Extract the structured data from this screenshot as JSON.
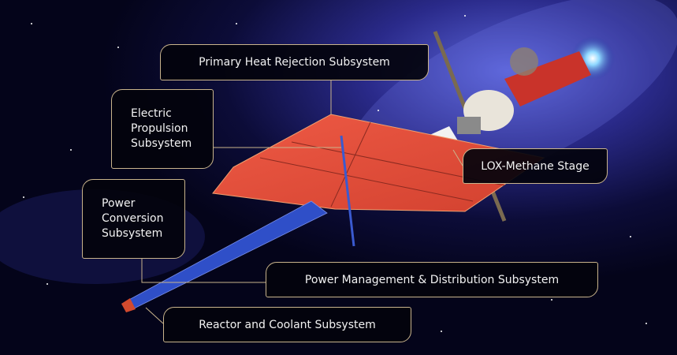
{
  "labels": {
    "primary_heat": "Primary Heat Rejection Subsystem",
    "electric_propulsion": "Electric\nPropulsion\nSubsystem",
    "power_conversion": "Power\nConversion\nSubsystem",
    "lox_methane": "LOX-Methane Stage",
    "pmad": "Power Management & Distribution Subsystem",
    "reactor": "Reactor and Coolant Subsystem"
  },
  "colors": {
    "border": "#c9b48c",
    "radiator": "#e0503e",
    "truss": "#2f4fc8"
  }
}
